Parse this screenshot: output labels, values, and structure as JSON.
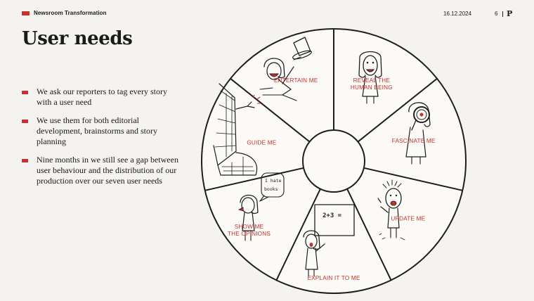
{
  "header": {
    "section": "Newsroom Transformation",
    "date": "16.12.2024",
    "page_number": "6",
    "logo": "P",
    "accent_color": "#c7302b"
  },
  "title": "User needs",
  "bullets": [
    "We ask our reporters to tag every story with a user need",
    "We use them for both editorial development, brainstorms and story planning",
    "Nine months in we still see a gap between user behaviour and the distribution of our production over our seven user needs"
  ],
  "wheel": {
    "segments": [
      {
        "lines": [
          "REVEAL THE",
          "HUMAN BEING"
        ],
        "icon": "woman-portrait-icon"
      },
      {
        "lines": [
          "FASCINATE ME"
        ],
        "icon": "magnifying-glass-icon"
      },
      {
        "lines": [
          "UPDATE ME"
        ],
        "icon": "surprised-man-icon"
      },
      {
        "lines": [
          "EXPLAIN IT TO ME"
        ],
        "icon": "blackboard-icon"
      },
      {
        "lines": [
          "SHOW ME",
          "THE OPINIONS"
        ],
        "icon": "speech-bubble-icon"
      },
      {
        "lines": [
          "GUIDE ME"
        ],
        "icon": "brick-wall-icon"
      },
      {
        "lines": [
          "ENTERTAIN ME"
        ],
        "icon": "top-hat-dancer-icon"
      }
    ],
    "speech_bubble": [
      "I hate",
      "books"
    ],
    "blackboard_text": "2+3 ="
  }
}
